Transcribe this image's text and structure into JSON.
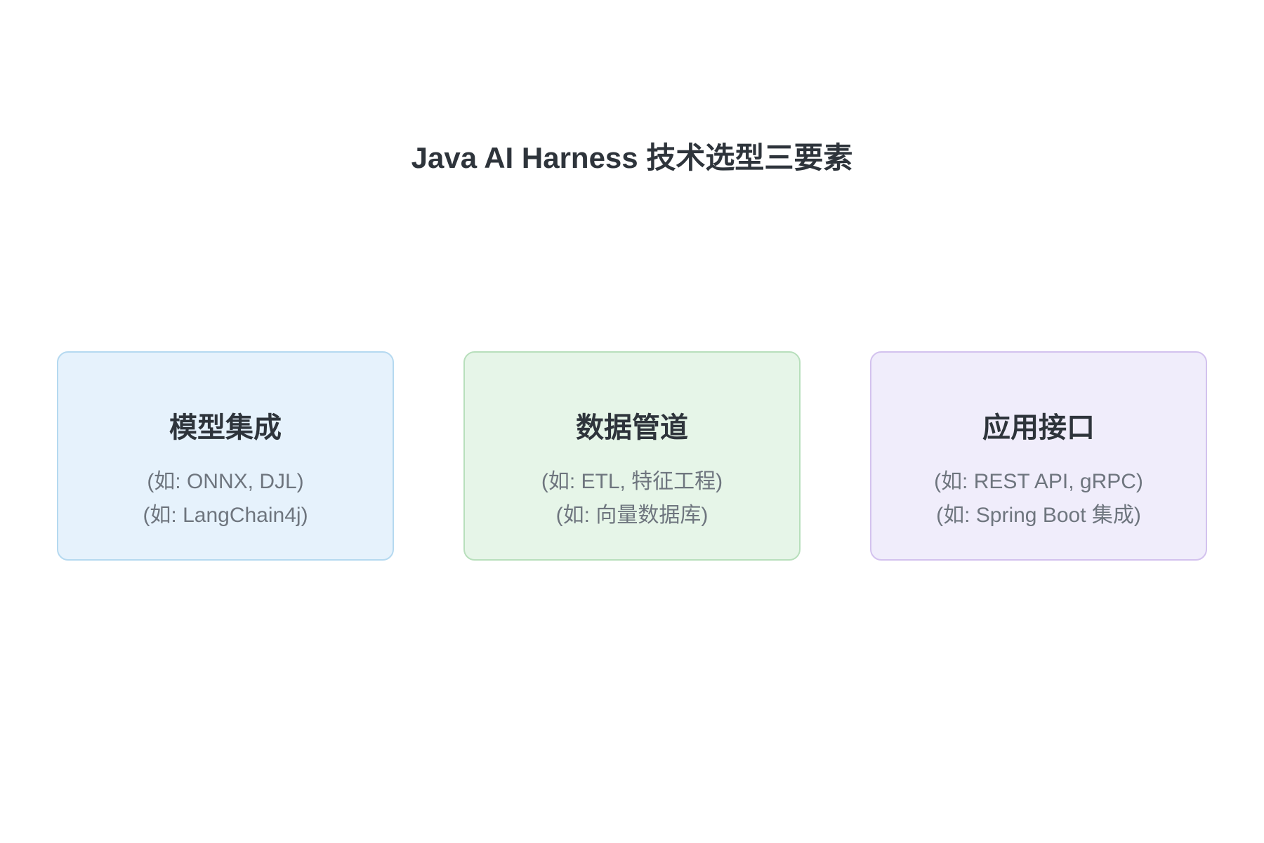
{
  "page": {
    "title": "Java AI Harness 技术选型三要素",
    "background": "#FFFFFF"
  },
  "colors": {
    "heading_text": "#2E343B",
    "example_text": "#6E757E"
  },
  "cards": [
    {
      "id": "model-integration",
      "title": "模型集成",
      "lines": [
        "(如: ONNX, DJL)",
        "(如: LangChain4j)"
      ],
      "bg": "#E6F2FC",
      "border": "#B5D9F0"
    },
    {
      "id": "data-pipeline",
      "title": "数据管道",
      "lines": [
        "(如: ETL, 特征工程)",
        "(如: 向量数据库)"
      ],
      "bg": "#E6F5E8",
      "border": "#B8DFBC"
    },
    {
      "id": "app-interface",
      "title": "应用接口",
      "lines": [
        "(如: REST API, gRPC)",
        "(如: Spring Boot 集成)"
      ],
      "bg": "#F0EDFB",
      "border": "#D3C2EE"
    }
  ]
}
